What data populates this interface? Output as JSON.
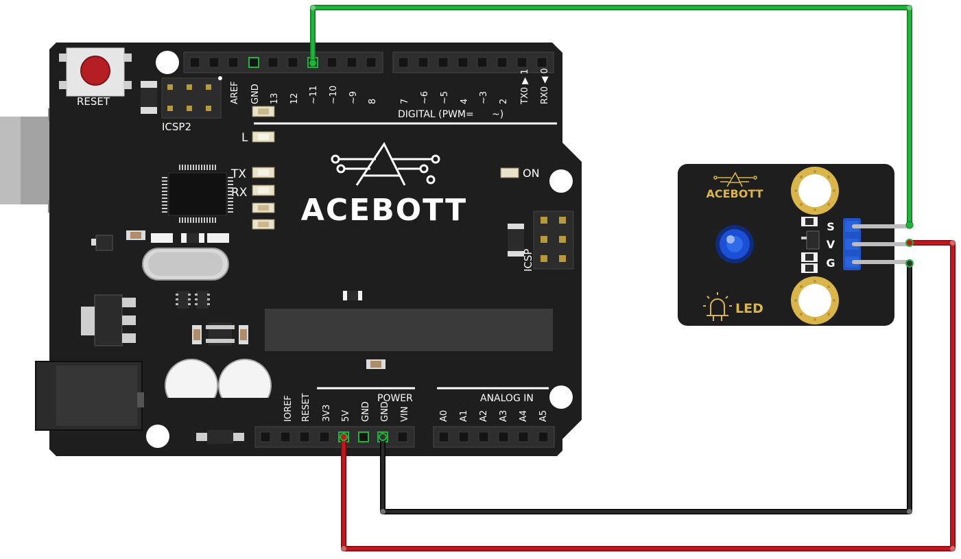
{
  "uno": {
    "reset_label": "RESET",
    "icsp2_label": "ICSP2",
    "icsp_label": "ICSP",
    "digital_label": "DIGITAL (PWM=",
    "pwm_tilde": "~)",
    "led_l": "L",
    "led_tx": "TX",
    "led_rx": "RX",
    "led_on": "ON",
    "brand": "ACEBOTT",
    "power_label": "POWER",
    "analog_label": "ANALOG IN",
    "digital_pins": [
      "AREF",
      "GND",
      "13",
      "12",
      "~11",
      "~10",
      "~9",
      "8",
      "7",
      "~6",
      "~5",
      "4",
      "~3",
      "2",
      "TX0 ▶ 1",
      "RX0 ◀ 0"
    ],
    "power_pins": [
      "IOREF",
      "RESET",
      "3V3",
      "5V",
      "GND",
      "GND",
      "VIN"
    ],
    "analog_pins": [
      "A0",
      "A1",
      "A2",
      "A3",
      "A4",
      "A5"
    ]
  },
  "module": {
    "brand": "ACEBOTT",
    "name": "LED",
    "pins": [
      "S",
      "V",
      "G"
    ]
  },
  "colors": {
    "board": "#1e1e1e",
    "wire_signal": "#1fb53a",
    "wire_power": "#c4161c",
    "wire_ground": "#1a1a1a",
    "module_led": "#1a4fd6",
    "gold": "#d9b54a",
    "header_blue": "#1f55c9"
  }
}
